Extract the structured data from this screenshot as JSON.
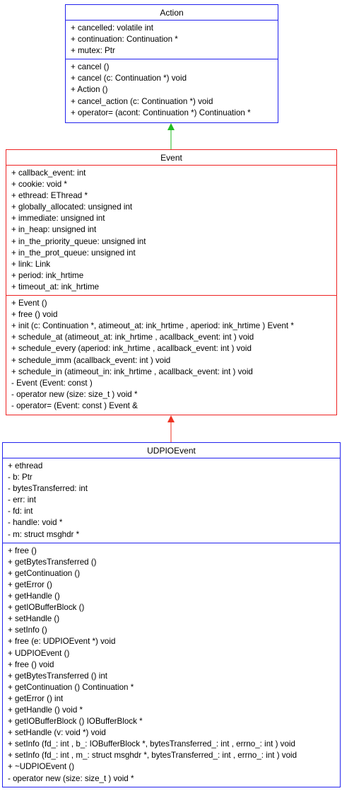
{
  "classes": {
    "action": {
      "name": "Action",
      "attributes": [
        "+ cancelled: volatile int",
        "+ continuation: Continuation *",
        "+ mutex: Ptr"
      ],
      "methods": [
        "+ cancel ()",
        "+ cancel (c: Continuation *) void",
        "+ Action ()",
        "+ cancel_action (c: Continuation *) void",
        "+ operator= (acont: Continuation *) Continuation *"
      ],
      "border_color": "#2222ee"
    },
    "event": {
      "name": "Event",
      "attributes": [
        "+ callback_event: int",
        "+ cookie: void *",
        "+ ethread: EThread *",
        "+ globally_allocated: unsigned int",
        "+ immediate: unsigned int",
        "+ in_heap: unsigned int",
        "+ in_the_priority_queue: unsigned int",
        "+ in_the_prot_queue: unsigned int",
        "+ link: Link",
        "+ period: ink_hrtime",
        "+ timeout_at: ink_hrtime"
      ],
      "methods": [
        "+ Event ()",
        "+ free () void",
        "+ init (c: Continuation *, atimeout_at: ink_hrtime , aperiod: ink_hrtime ) Event *",
        "+ schedule_at (atimeout_at: ink_hrtime , acallback_event: int ) void",
        "+ schedule_every (aperiod: ink_hrtime , acallback_event: int ) void",
        "+ schedule_imm (acallback_event: int ) void",
        "+ schedule_in (atimeout_in: ink_hrtime , acallback_event: int ) void",
        "- Event (Event: const )",
        "- operator new (size: size_t ) void *",
        "- operator= (Event: const ) Event &"
      ],
      "border_color": "#ee2222"
    },
    "udpioevent": {
      "name": "UDPIOEvent",
      "attributes": [
        "+ ethread",
        "- b: Ptr",
        "- bytesTransferred: int",
        "- err: int",
        "- fd: int",
        "- handle: void *",
        "- m: struct msghdr *"
      ],
      "methods": [
        "+ free ()",
        "+ getBytesTransferred ()",
        "+ getContinuation ()",
        "+ getError ()",
        "+ getHandle ()",
        "+ getIOBufferBlock ()",
        "+ setHandle ()",
        "+ setInfo ()",
        "+ free (e: UDPIOEvent *) void",
        "+ UDPIOEvent ()",
        "+ free () void",
        "+ getBytesTransferred () int",
        "+ getContinuation () Continuation *",
        "+ getError () int",
        "+ getHandle () void *",
        "+ getIOBufferBlock () IOBufferBlock *",
        "+ setHandle (v: void *) void",
        "+ setInfo (fd_: int , b_: IOBufferBlock *, bytesTransferred_: int , errno_: int ) void",
        "+ setInfo (fd_: int , m_: struct msghdr *, bytesTransferred_: int , errno_: int ) void",
        "+ ~UDPIOEvent ()",
        "- operator new (size: size_t ) void *"
      ],
      "border_color": "#2222ee"
    }
  },
  "connectors": {
    "event_to_action": {
      "color": "#22bb22"
    },
    "udpioevent_to_event": {
      "color": "#ee3322"
    }
  }
}
